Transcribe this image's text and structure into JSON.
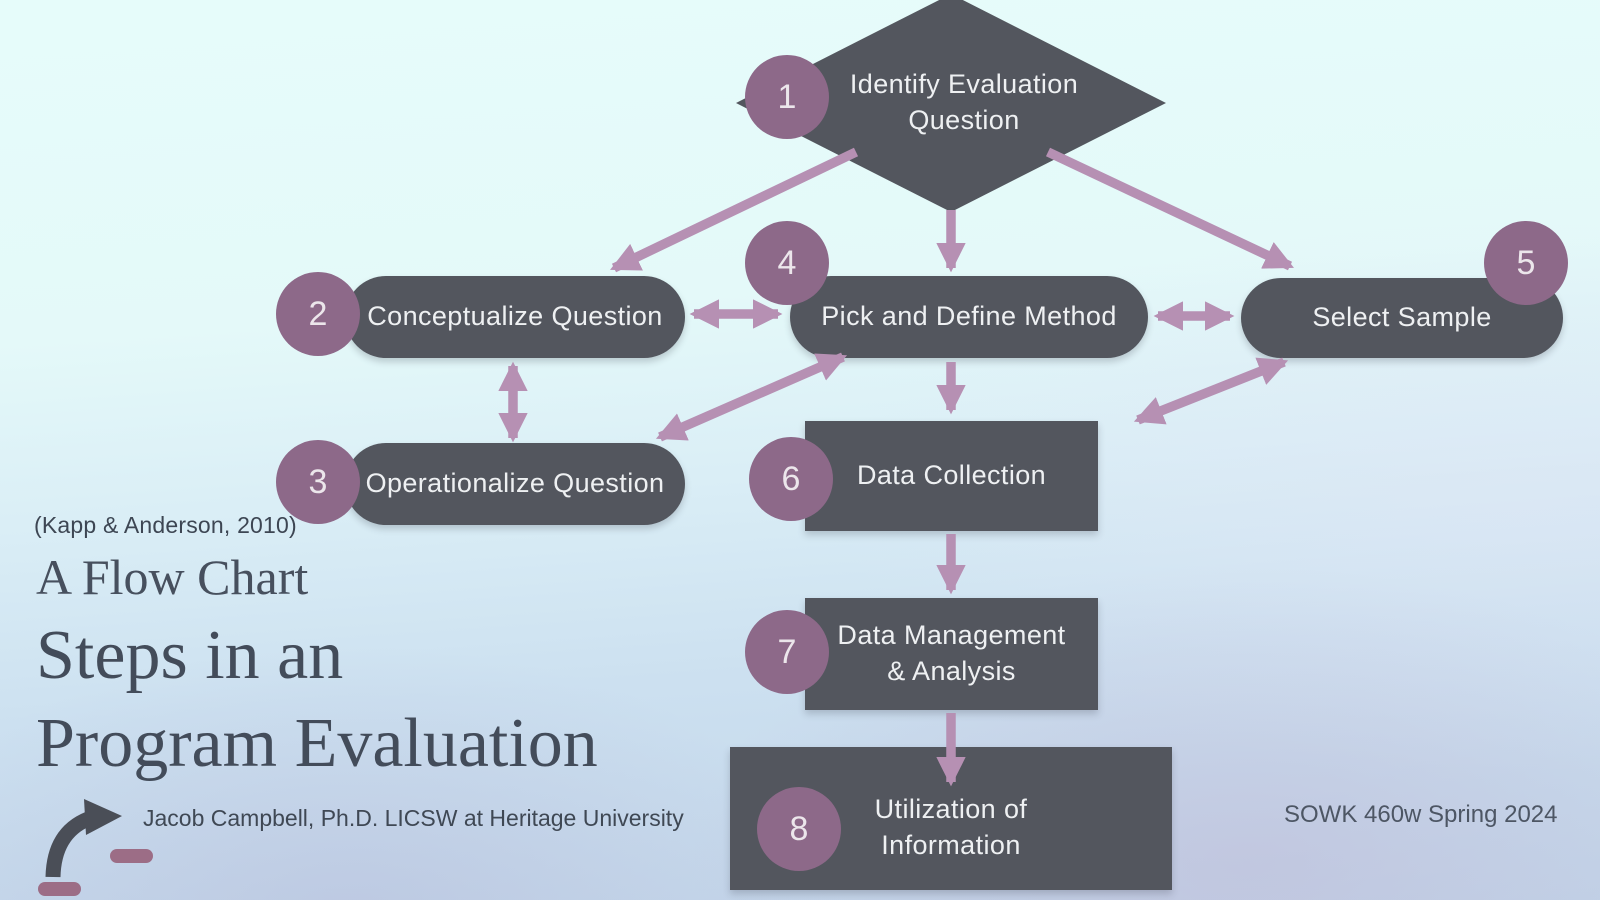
{
  "page": {
    "citation": "(Kapp & Anderson, 2010)",
    "title_small": "A Flow Chart",
    "title_line1": "Steps in an",
    "title_line2": "Program Evaluation",
    "footer_author": "Jacob Campbell, Ph.D. LICSW at Heritage University",
    "footer_course": "SOWK 460w Spring 2024"
  },
  "colors": {
    "node_fill": "#53565e",
    "badge_fill": "#8d6989",
    "arrow": "#b690b3",
    "node_text": "#eef0f2",
    "title_text": "#434c5a",
    "logo_arrow": "#4a4e57",
    "logo_dash": "#9c6d86"
  },
  "flow": {
    "nodes": [
      {
        "number": "1",
        "label": "Identify Evaluation Question",
        "shape": "diamond"
      },
      {
        "number": "2",
        "label": "Conceptualize Question",
        "shape": "pill"
      },
      {
        "number": "3",
        "label": "Operationalize Question",
        "shape": "pill"
      },
      {
        "number": "4",
        "label": "Pick and Define Method",
        "shape": "pill"
      },
      {
        "number": "5",
        "label": "Select Sample",
        "shape": "pill"
      },
      {
        "number": "6",
        "label": "Data Collection",
        "shape": "rectangle"
      },
      {
        "number": "7",
        "label": "Data Management & Analysis",
        "shape": "rectangle"
      },
      {
        "number": "8",
        "label": "Utilization of Information",
        "shape": "rectangle"
      }
    ],
    "connections": [
      {
        "from": "1",
        "to": "2",
        "bidirectional": false
      },
      {
        "from": "1",
        "to": "4",
        "bidirectional": false
      },
      {
        "from": "1",
        "to": "5",
        "bidirectional": false
      },
      {
        "from": "2",
        "to": "4",
        "bidirectional": true
      },
      {
        "from": "4",
        "to": "5",
        "bidirectional": true
      },
      {
        "from": "2",
        "to": "3",
        "bidirectional": true
      },
      {
        "from": "3",
        "to": "4",
        "bidirectional": true
      },
      {
        "from": "4",
        "to": "6",
        "bidirectional": false
      },
      {
        "from": "5",
        "to": "6",
        "bidirectional": true
      },
      {
        "from": "6",
        "to": "7",
        "bidirectional": false
      },
      {
        "from": "7",
        "to": "8",
        "bidirectional": false
      }
    ]
  }
}
